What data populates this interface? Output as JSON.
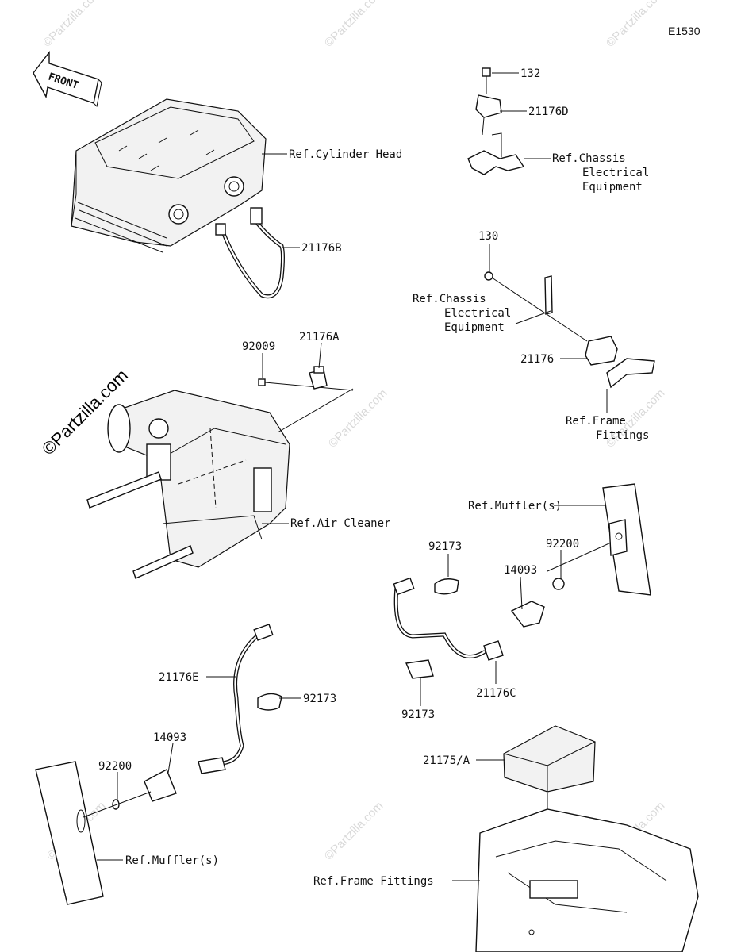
{
  "diagram_code": "E1530",
  "front_label": "FRONT",
  "watermarks": {
    "small": "©Partzilla.com",
    "large": "©Partzilla.com"
  },
  "labels": {
    "p132": "132",
    "p21176D": "21176D",
    "ref_chassis_1": [
      "Ref.Chassis",
      "Electrical",
      "Equipment"
    ],
    "ref_cylinder_head": "Ref.Cylinder Head",
    "p21176B": "21176B",
    "p130": "130",
    "ref_chassis_2": [
      "Ref.Chassis",
      "Electrical",
      "Equipment"
    ],
    "p92009": "92009",
    "p21176A": "21176A",
    "p21176": "21176",
    "ref_frame_fittings_1": [
      "Ref.Frame",
      "Fittings"
    ],
    "ref_air_cleaner": "Ref.Air Cleaner",
    "ref_mufflers_1": "Ref.Muffler(s)",
    "p92173_a": "92173",
    "p92200_a": "92200",
    "p14093_a": "14093",
    "p21176C": "21176C",
    "p92173_b": "92173",
    "p21176E": "21176E",
    "p92173_c": "92173",
    "p14093_b": "14093",
    "p92200_b": "92200",
    "ref_mufflers_2": "Ref.Muffler(s)",
    "p21175A": "21175/A",
    "ref_frame_fittings_2": "Ref.Frame Fittings"
  }
}
